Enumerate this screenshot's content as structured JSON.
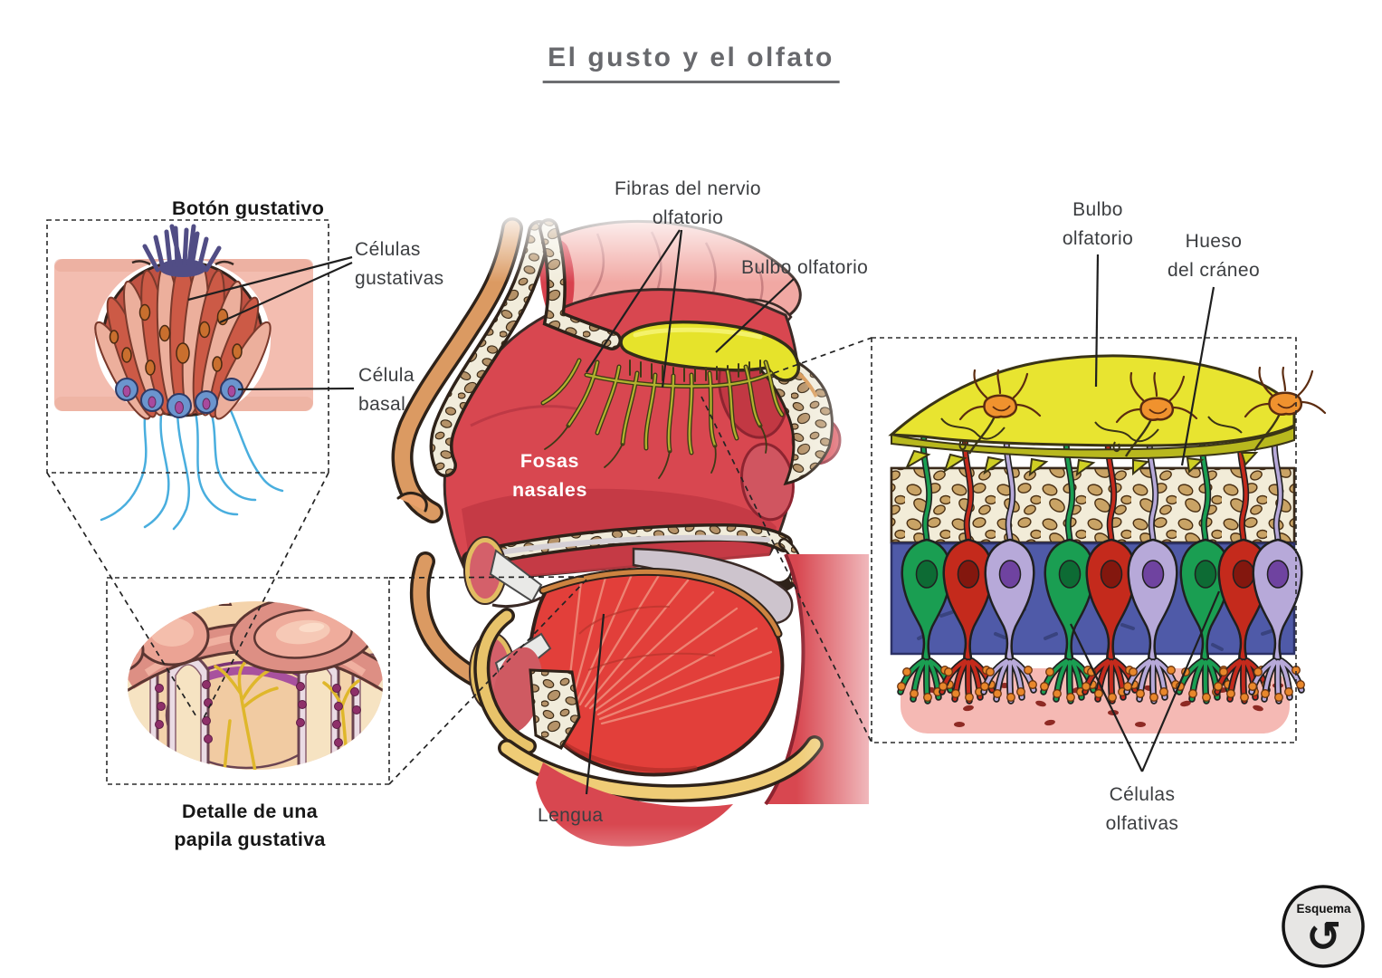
{
  "title": "El gusto y el olfato",
  "taste_bud": {
    "heading": "Botón gustativo",
    "label_cells_l1": "Células",
    "label_cells_l2": "gustativas",
    "label_basal_l1": "Célula",
    "label_basal_l2": "basal"
  },
  "papilla": {
    "caption_l1": "Detalle de una",
    "caption_l2": "papila gustativa"
  },
  "head": {
    "label_fibers_l1": "Fibras del nervio",
    "label_fibers_l2": "olfatorio",
    "label_bulb": "Bulbo olfatorio",
    "label_nasal_l1": "Fosas",
    "label_nasal_l2": "nasales",
    "label_tongue": "Lengua"
  },
  "olfactory": {
    "label_bulb_l1": "Bulbo",
    "label_bulb_l2": "olfatorio",
    "label_bone_l1": "Hueso",
    "label_bone_l2": "del cráneo",
    "label_cells_l1": "Células",
    "label_cells_l2": "olfativas"
  },
  "badge": {
    "label": "Esquema",
    "icon_glyph": "↺"
  },
  "colors": {
    "title_gray": "#6d6e71",
    "cavity_red": "#d84750",
    "bulb_yellow": "#e6e32b",
    "bone_cream": "#f1ecdb",
    "layer_blue": "#4f5aa8",
    "mucus_pink": "#f5b9b4",
    "neuron_green": "#1a9e52",
    "neuron_red": "#c42a1c",
    "neuron_lavender": "#b7a9d9",
    "basal_blue": "#6b95ce",
    "nerve_cyan": "#49aede"
  }
}
